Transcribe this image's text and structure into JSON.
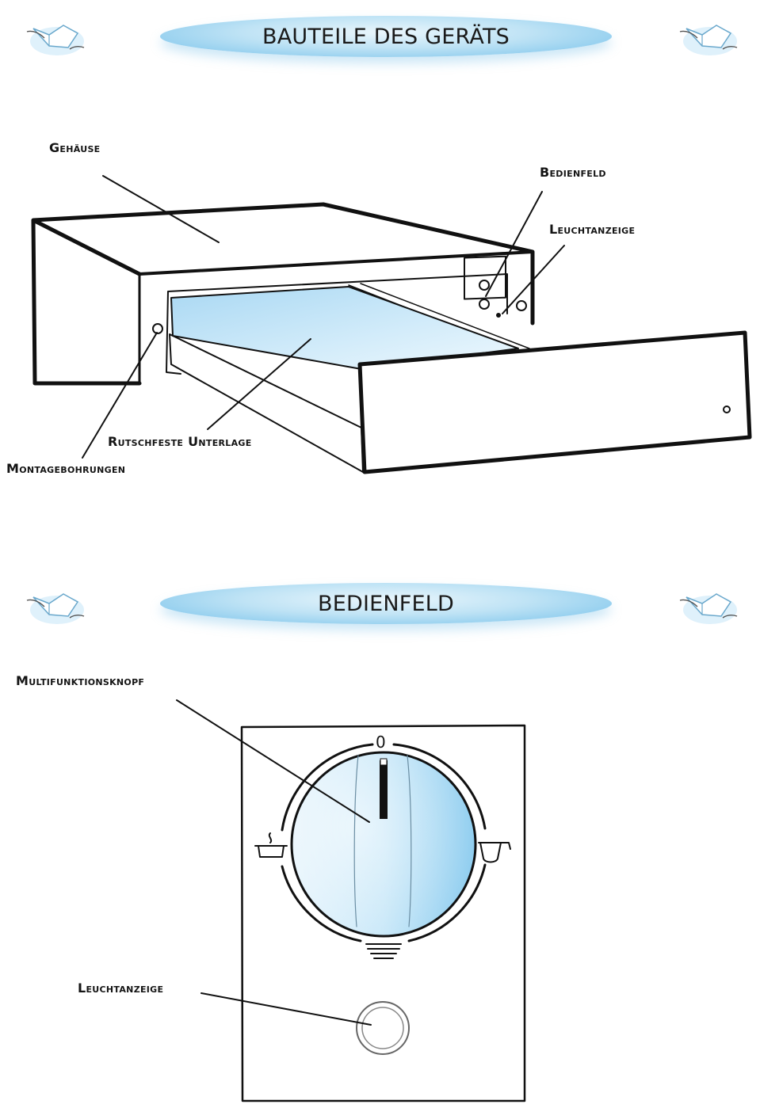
{
  "sections": {
    "components": {
      "title": "BAUTEILE DES GERÄTS",
      "labels": {
        "housing": "Gehäuse",
        "control_panel": "Bedienfeld",
        "indicator_light": "Leuchtanzeige",
        "anti_slip_mat": "Rutschfeste Unterlage",
        "mounting_holes": "Montagebohrungen"
      }
    },
    "control_panel": {
      "title": "BEDIENFELD",
      "dial_zero": "0",
      "labels": {
        "multifunction_knob": "Multifunktionsknopf",
        "indicator_light": "Leuchtanzeige"
      }
    }
  },
  "colors": {
    "banner_blue": "#8fcdee",
    "glass_blue": "#bfe2f7",
    "line": "#111111"
  },
  "icons": [
    "book-hands-icon",
    "cup-icon",
    "plate-icon",
    "warmer-icon"
  ]
}
